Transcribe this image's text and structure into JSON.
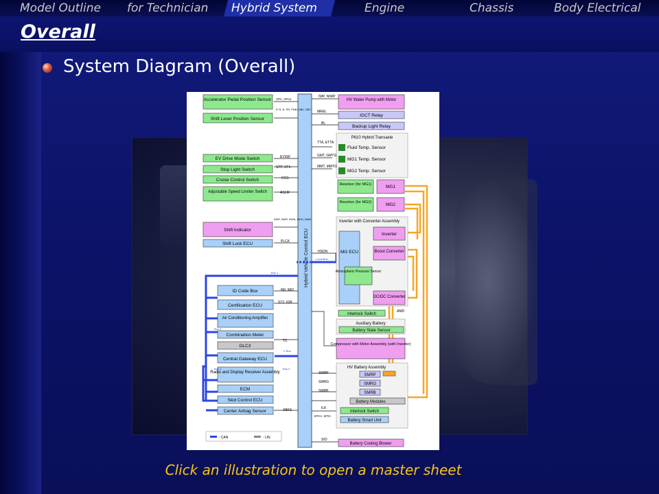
{
  "nav": {
    "items": [
      {
        "label": "Model Outline"
      },
      {
        "label": "for Technician"
      },
      {
        "label": "Hybrid System"
      },
      {
        "label": "Engine"
      },
      {
        "label": "Chassis"
      },
      {
        "label": "Body Electrical"
      }
    ],
    "active_index": 2
  },
  "page_title": "Overall",
  "section_title": "System Diagram (Overall)",
  "caption": "Click an illustration to open a master sheet",
  "colors": {
    "background": "#0a0f52",
    "caption": "#f5c518",
    "sensor_box": "#8ee88e",
    "ecu_box": "#a8d0f8",
    "actuator_box": "#f09ef0",
    "relay_box": "#c8c8f8",
    "high_voltage": "#f5a623",
    "can_bus": "#2b45e0"
  },
  "diagram": {
    "ecu_label": "Hybrid Vehicle Control ECU",
    "left_components": [
      {
        "label": "Accelerator Pedal Position Sensor",
        "signal": "VPA, VPA2",
        "kind": "sensor"
      },
      {
        "label": "Shift Lever Position Sensor",
        "signal": "P, R, N, PR, PNB, DB1, DB2",
        "kind": "sensor"
      },
      {
        "label": "EV Drive Mode Switch",
        "signal": "EVSW",
        "kind": "sensor"
      },
      {
        "label": "Stop Light Switch",
        "signal": "STP, ST1-",
        "kind": "sensor"
      },
      {
        "label": "Cruise Control Switch",
        "signal": "CCS",
        "kind": "sensor"
      },
      {
        "label": "Adjustable Speed Limiter Switch",
        "signal": "ASLM",
        "kind": "sensor"
      },
      {
        "label": "Shift Indicator",
        "signal": "INDP, INDR, INDN, INDD, INDB",
        "kind": "actuator"
      },
      {
        "label": "Shift Lock ECU",
        "signal": "PLCK",
        "kind": "ecu"
      },
      {
        "label": "ID Code Box",
        "signal": "IMI, IMO",
        "kind": "ecu"
      },
      {
        "label": "Certification ECU",
        "signal": "ST2, IGB",
        "kind": "ecu"
      },
      {
        "label": "Air Conditioning Amplifier",
        "signal": "",
        "kind": "ecu"
      },
      {
        "label": "Combination Meter",
        "signal": "",
        "kind": "ecu"
      },
      {
        "label": "DLC3",
        "signal": "TC",
        "kind": "relay"
      },
      {
        "label": "Central Gateway ECU",
        "signal": "",
        "kind": "ecu"
      },
      {
        "label": "Radio and Display Receiver Assembly",
        "signal": "",
        "kind": "ecu"
      },
      {
        "label": "ECM",
        "signal": "",
        "kind": "ecu"
      },
      {
        "label": "Skid Control ECU",
        "signal": "",
        "kind": "ecu"
      },
      {
        "label": "Center Airbag Sensor",
        "signal": "ABFS",
        "kind": "ecu"
      }
    ],
    "right_components": [
      {
        "label": "HV Water Pump with Motor",
        "signal": "IWP, NIWP",
        "kind": "actuator"
      },
      {
        "label": "IGCT Relay",
        "signal": "MREL",
        "kind": "relay"
      },
      {
        "label": "Backup Light Relay",
        "signal": "BL",
        "kind": "relay"
      },
      {
        "label": "P610 Hybrid Transaxle",
        "signal": "",
        "kind": "group"
      },
      {
        "label": "Fluid Temp. Sensor",
        "signal": "TTA, ETTA",
        "kind": "plain"
      },
      {
        "label": "MG1 Temp. Sensor",
        "signal": "GMT, GMTG",
        "kind": "plain"
      },
      {
        "label": "MG2 Temp. Sensor",
        "signal": "MMT, MMTG",
        "kind": "plain"
      },
      {
        "label": "Resolver (for MG1)",
        "signal": "",
        "kind": "sensor"
      },
      {
        "label": "Resolver (for MG2)",
        "signal": "",
        "kind": "sensor"
      },
      {
        "label": "MG1",
        "signal": "",
        "kind": "actuator"
      },
      {
        "label": "MG2",
        "signal": "",
        "kind": "actuator"
      },
      {
        "label": "Inverter with Converter Assembly",
        "signal": "",
        "kind": "group"
      },
      {
        "label": "Inverter",
        "signal": "",
        "kind": "actuator"
      },
      {
        "label": "MG ECU",
        "signal": "HSDN",
        "kind": "ecu"
      },
      {
        "label": "Boost Converter",
        "signal": "",
        "kind": "actuator"
      },
      {
        "label": "Atmospheric Pressure Sensor",
        "signal": "",
        "kind": "sensor"
      },
      {
        "label": "DC/DC Converter",
        "signal": "",
        "kind": "actuator"
      },
      {
        "label": "Interlock Switch",
        "signal": "",
        "kind": "sensor"
      },
      {
        "label": "Auxiliary Battery",
        "signal": "AMD",
        "kind": "group"
      },
      {
        "label": "Battery State Sensor",
        "signal": "",
        "kind": "sensor"
      },
      {
        "label": "Compressor with Motor Assembly (with Inverter)",
        "signal": "",
        "kind": "actuator"
      },
      {
        "label": "HV Battery Assembly",
        "signal": "",
        "kind": "group"
      },
      {
        "label": "SMRP",
        "signal": "SMRP",
        "kind": "relay"
      },
      {
        "label": "SMRG",
        "signal": "SMRG",
        "kind": "relay"
      },
      {
        "label": "SMRB",
        "signal": "SMRB",
        "kind": "relay"
      },
      {
        "label": "Battery Modules",
        "signal": "",
        "kind": "plain"
      },
      {
        "label": "Interlock Switch",
        "signal": "ILK",
        "kind": "sensor"
      },
      {
        "label": "Battery Smart Unit",
        "signal": "BTH+, BTH-",
        "kind": "ecu"
      },
      {
        "label": "Battery Cooling Blower",
        "signal": "SIO",
        "kind": "actuator"
      }
    ],
    "bus_labels": [
      "Local Bus",
      "Bus 1",
      "Bus 3",
      "V Bus",
      "Bus 2",
      "Bus 4"
    ],
    "legend": {
      "can": ": CAN",
      "lin": ": LIN"
    }
  }
}
